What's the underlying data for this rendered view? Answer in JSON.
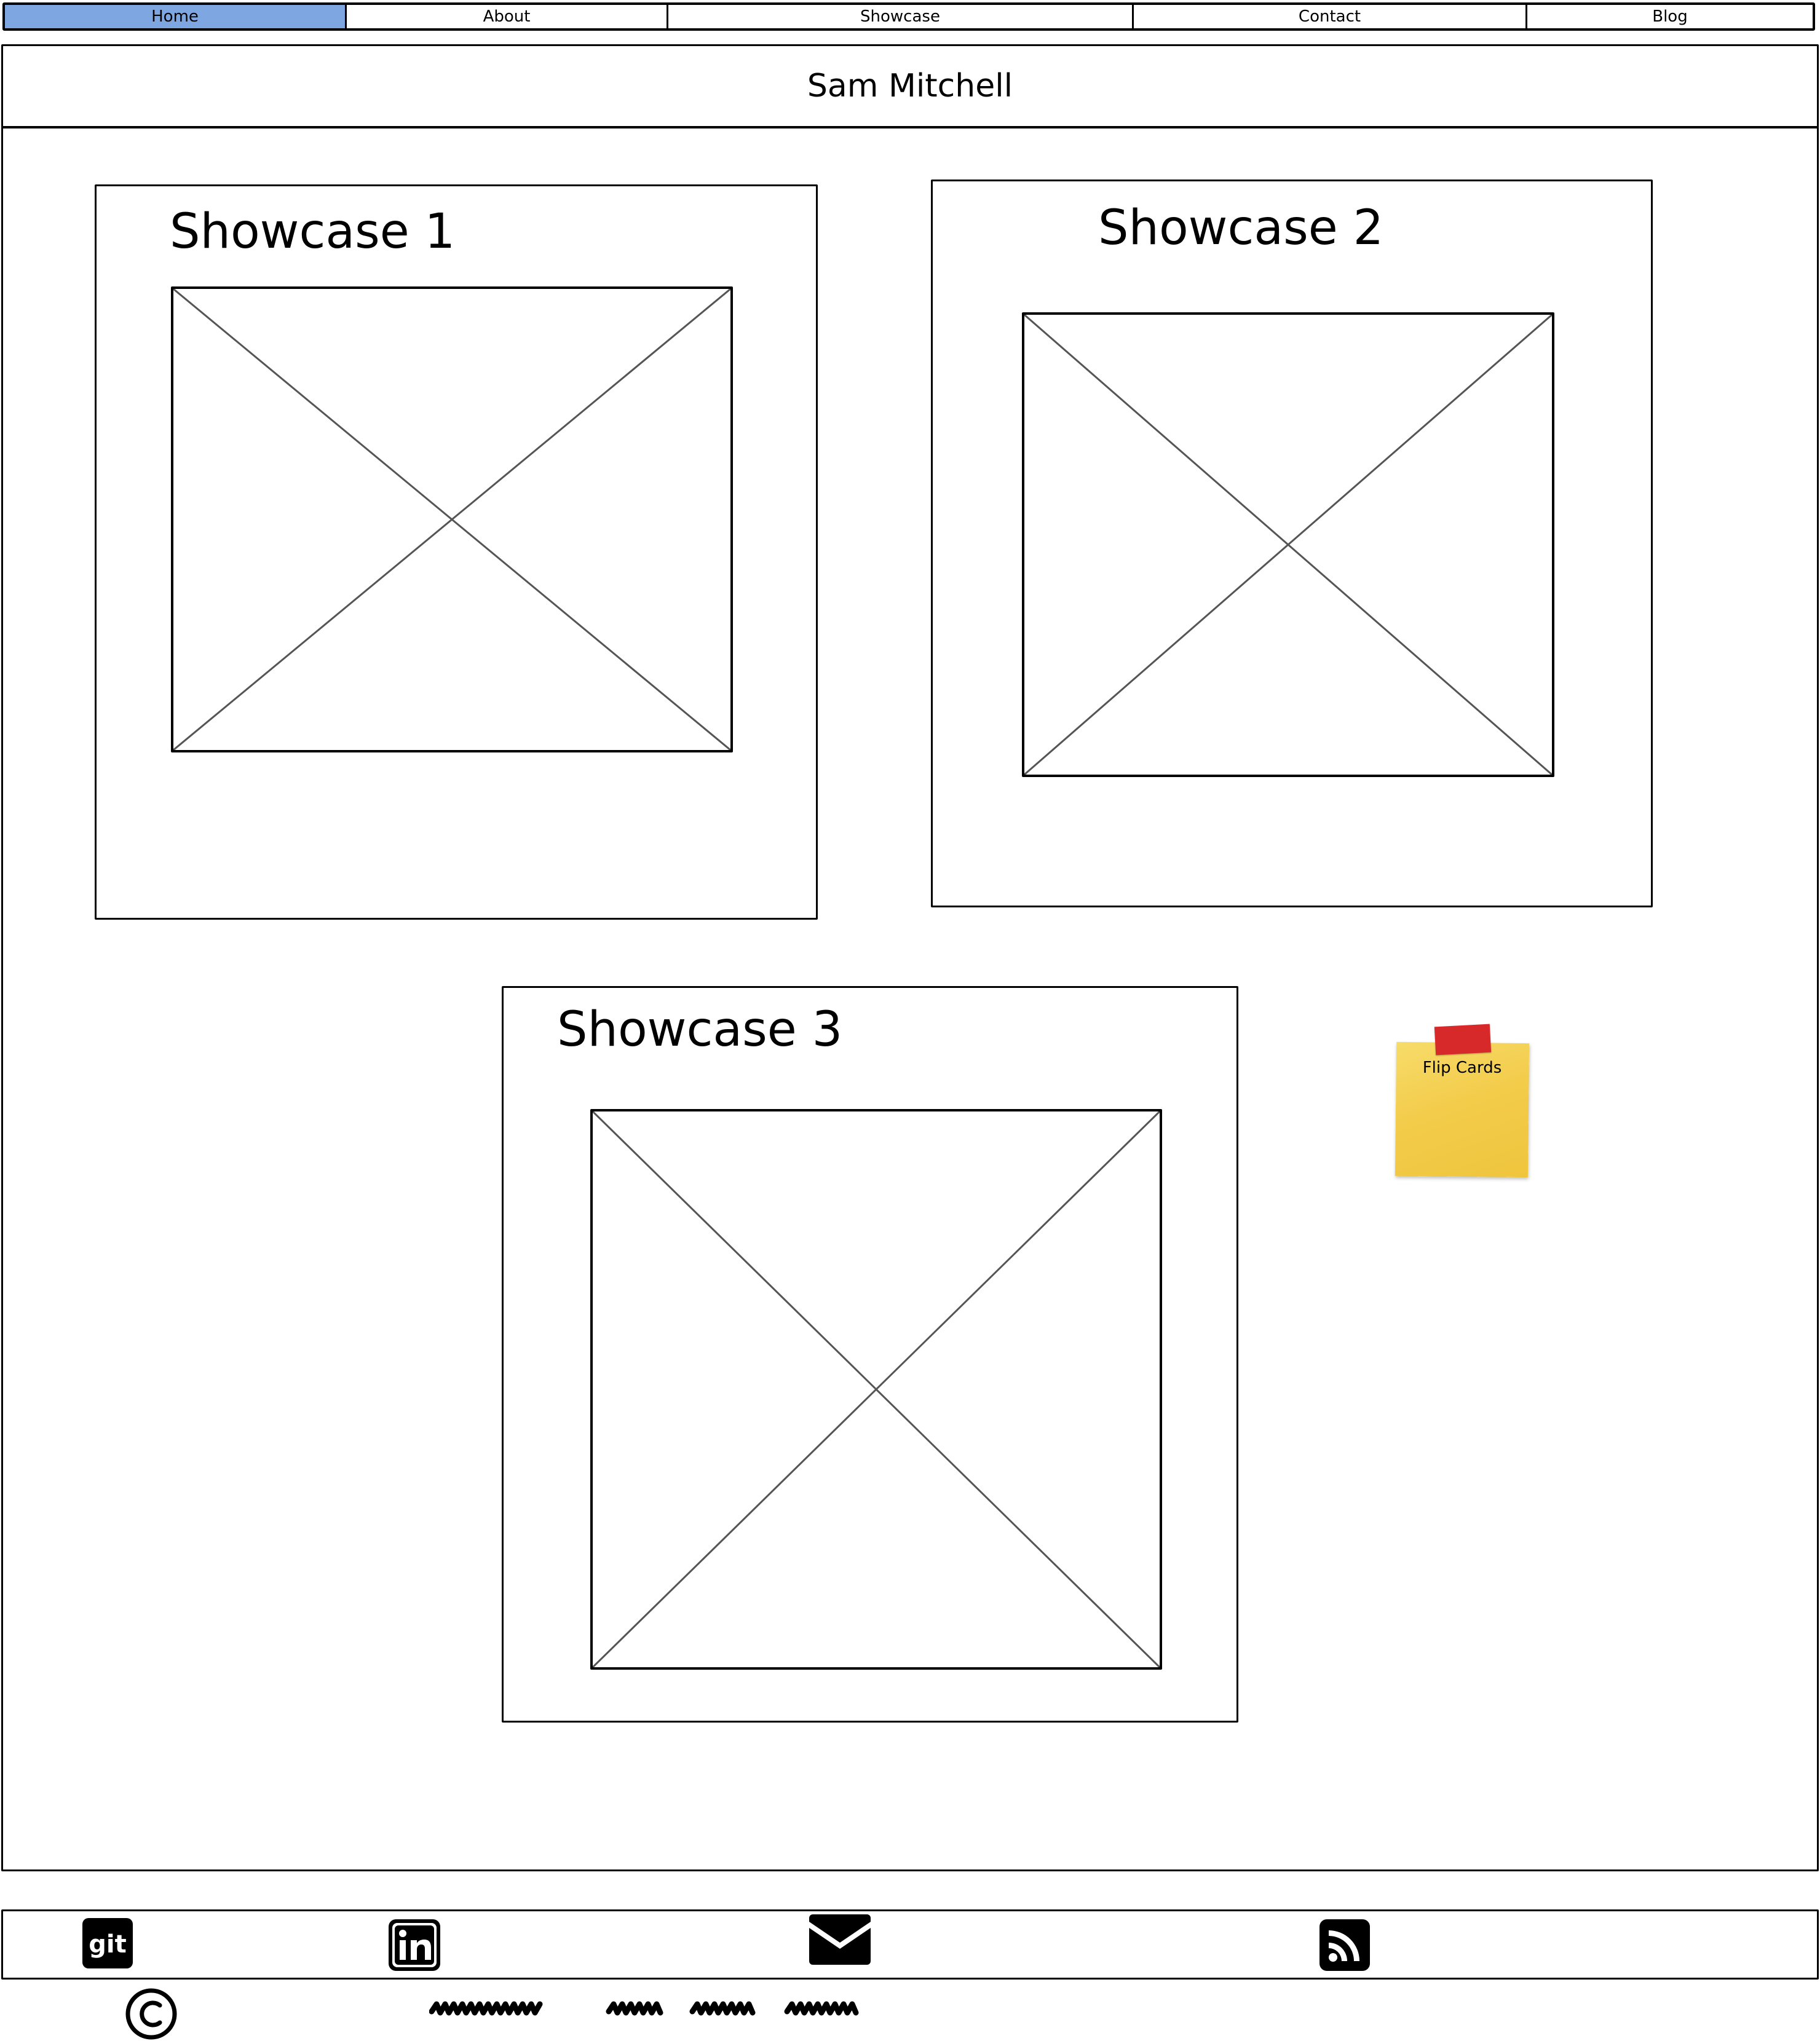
{
  "nav": {
    "tabs": [
      {
        "label": "Home",
        "active": true
      },
      {
        "label": "About",
        "active": false
      },
      {
        "label": "Showcase",
        "active": false
      },
      {
        "label": "Contact",
        "active": false
      },
      {
        "label": "Blog",
        "active": false
      }
    ],
    "active_color": "#7ea6e0"
  },
  "header": {
    "title": "Sam Mitchell"
  },
  "showcases": [
    {
      "title": "Showcase 1",
      "image_icon": "image-placeholder-icon"
    },
    {
      "title": "Showcase 2",
      "image_icon": "image-placeholder-icon"
    },
    {
      "title": "Showcase 3",
      "image_icon": "image-placeholder-icon"
    }
  ],
  "sticky_note": {
    "text": "Flip Cards",
    "color": "#f3cc4b",
    "tape_color": "#d7282a"
  },
  "footer": {
    "icons": [
      "git-icon",
      "linkedin-icon",
      "envelope-icon",
      "rss-icon"
    ],
    "copyright_icon": "copyright-icon"
  }
}
